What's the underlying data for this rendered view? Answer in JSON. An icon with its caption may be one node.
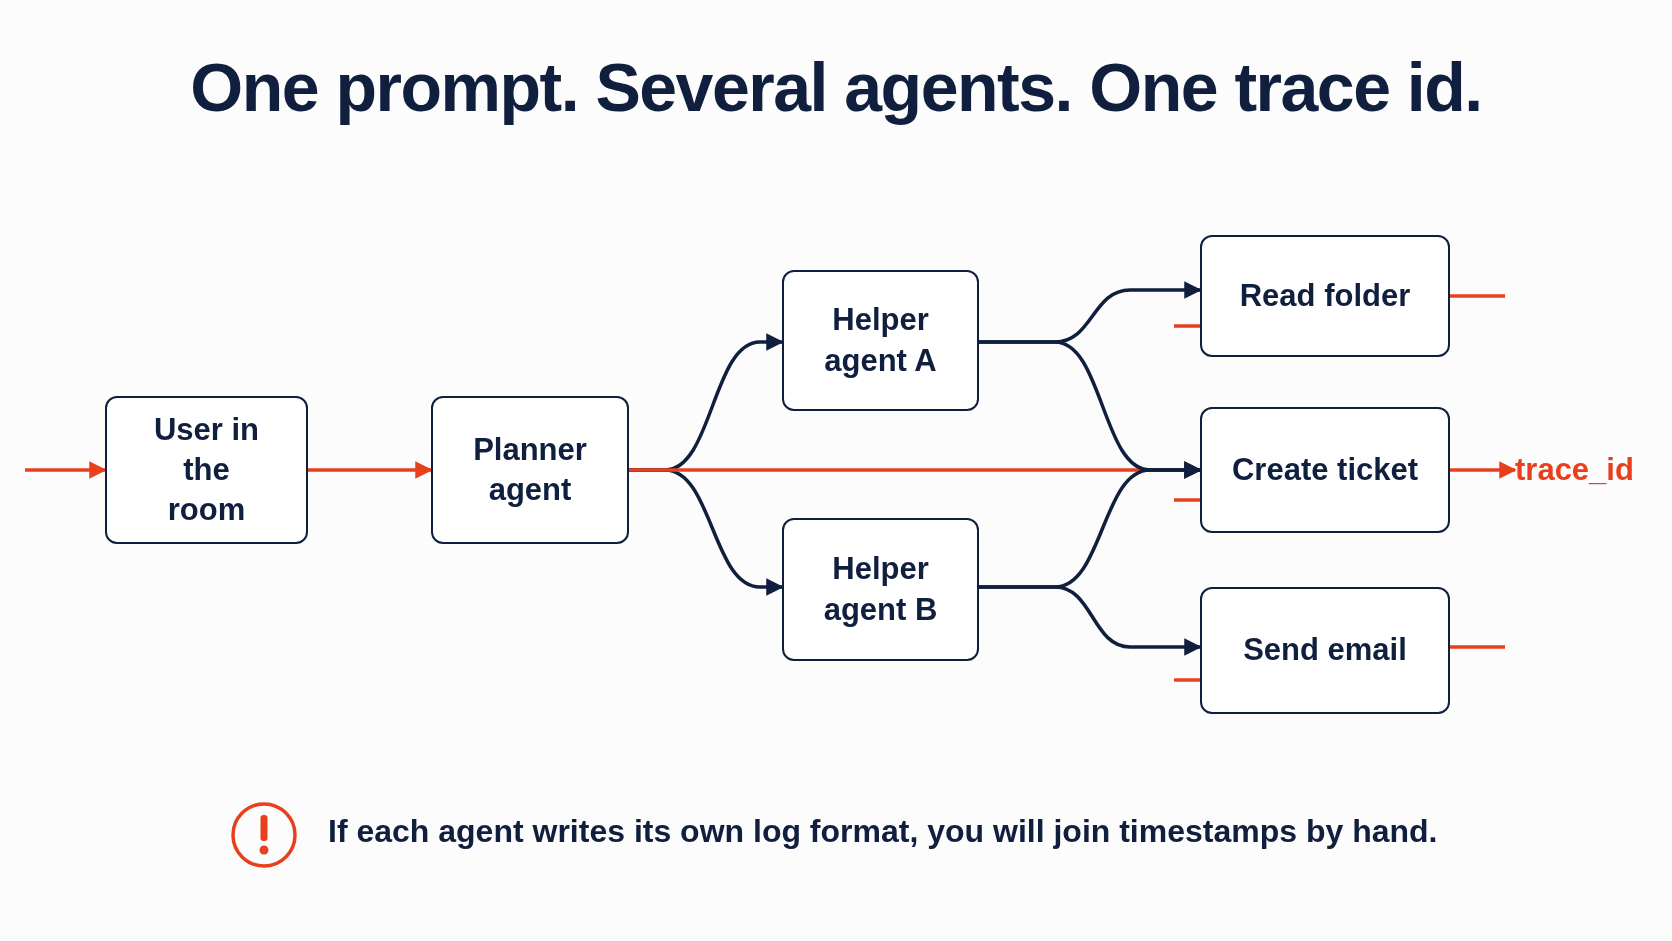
{
  "diagram": {
    "title": "One prompt. Several agents. One trace id.",
    "nodes": [
      {
        "text": [
          "User in the room"
        ]
      },
      {
        "text": [
          "Planner agent"
        ]
      },
      {
        "text": [
          "Helper agent A"
        ]
      },
      {
        "text": [
          "Helper agent B"
        ]
      },
      {
        "text": [
          "Read folder"
        ]
      },
      {
        "text": [
          "Create ticket"
        ]
      },
      {
        "text": [
          "Send email"
        ]
      },
      {
        "text": [
          "trace_id"
        ]
      }
    ],
    "edges": [
      {
        "from": null,
        "to": 0,
        "arrow": "to"
      },
      {
        "from": 0,
        "to": 1,
        "arrow": "to"
      },
      {
        "from": 1,
        "to": 2,
        "arrow": "to",
        "color": "#0f1f3d"
      },
      {
        "from": 1,
        "to": 3,
        "arrow": "to",
        "color": "#0f1f3d"
      },
      {
        "from": 1,
        "to": 5,
        "arrow": "to"
      },
      {
        "from": 2,
        "to": 4,
        "arrow": "to",
        "color": "#0f1f3d"
      },
      {
        "from": 2,
        "to": 5,
        "arrow": "to",
        "color": "#0f1f3d"
      },
      {
        "from": 3,
        "to": 5,
        "arrow": "to",
        "color": "#0f1f3d"
      },
      {
        "from": 3,
        "to": 6,
        "arrow": "to",
        "color": "#0f1f3d"
      },
      {
        "from": 5,
        "to": 7,
        "arrow": "to"
      },
      {
        "from": 4,
        "to": null,
        "arrow": "none"
      },
      {
        "from": 6,
        "to": null,
        "arrow": "none"
      },
      {
        "from": null,
        "to": 4,
        "arrow": "none"
      },
      {
        "from": null,
        "to": 5,
        "arrow": "none"
      },
      {
        "from": null,
        "to": 6,
        "arrow": "none"
      }
    ],
    "labels": [
      "If each agent writes its own log format, you will join timestamps by hand."
    ]
  }
}
